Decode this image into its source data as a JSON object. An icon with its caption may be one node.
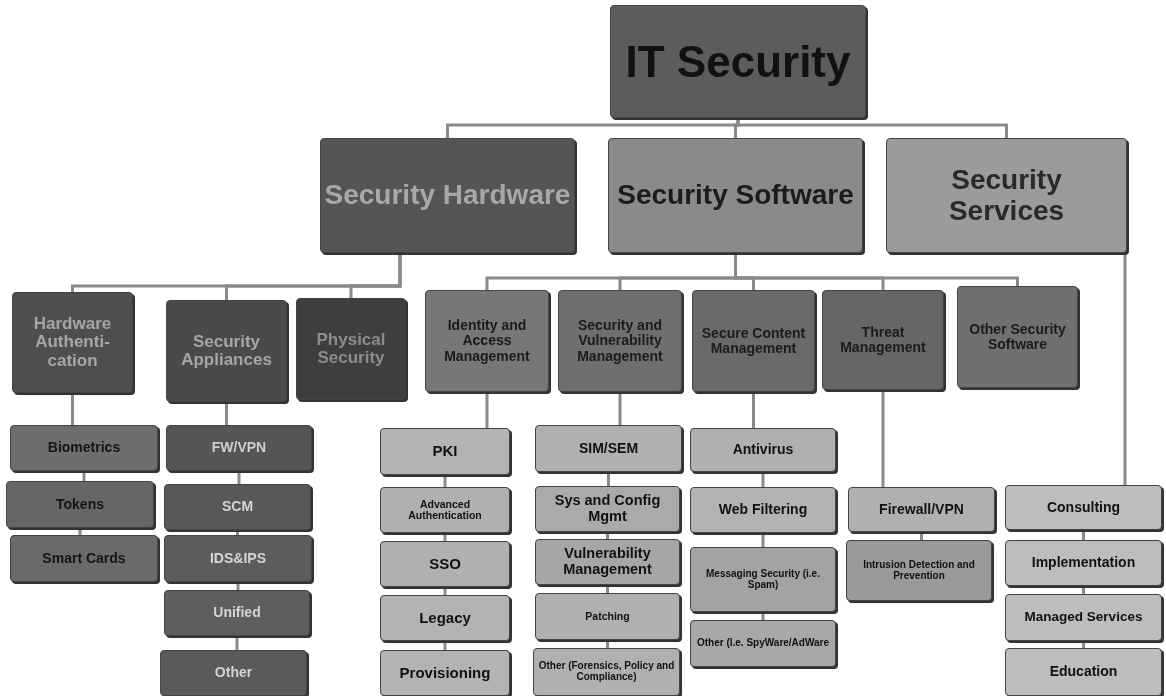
{
  "diagram": {
    "nodes": [
      {
        "text": [
          "IT Security"
        ]
      },
      {
        "text": [
          "Security Hardware"
        ]
      },
      {
        "text": [
          "Security Software"
        ]
      },
      {
        "text": [
          "Security Services"
        ]
      },
      {
        "text": [
          "Hardware Authenti-cation"
        ]
      },
      {
        "text": [
          "Security Appliances"
        ]
      },
      {
        "text": [
          "Physical Security"
        ]
      },
      {
        "text": [
          "Identity and Access Management"
        ]
      },
      {
        "text": [
          "Security and Vulnerability Management"
        ]
      },
      {
        "text": [
          "Secure Content Management"
        ]
      },
      {
        "text": [
          "Threat Management"
        ]
      },
      {
        "text": [
          "Other Security Software"
        ]
      },
      {
        "text": [
          "Biometrics"
        ]
      },
      {
        "text": [
          "Tokens"
        ]
      },
      {
        "text": [
          "Smart Cards"
        ]
      },
      {
        "text": [
          "FW/VPN"
        ]
      },
      {
        "text": [
          "SCM"
        ]
      },
      {
        "text": [
          "IDS&IPS"
        ]
      },
      {
        "text": [
          "Unified"
        ]
      },
      {
        "text": [
          "Other"
        ]
      },
      {
        "text": [
          "PKI"
        ]
      },
      {
        "text": [
          "Advanced Authentication"
        ]
      },
      {
        "text": [
          "SSO"
        ]
      },
      {
        "text": [
          "Legacy"
        ]
      },
      {
        "text": [
          "Provisioning"
        ]
      },
      {
        "text": [
          "SIM/SEM"
        ]
      },
      {
        "text": [
          "Sys and Config Mgmt"
        ]
      },
      {
        "text": [
          "Vulnerability Management"
        ]
      },
      {
        "text": [
          "Patching"
        ]
      },
      {
        "text": [
          "Other (Forensics, Policy and Compliance)"
        ]
      },
      {
        "text": [
          "Antivirus"
        ]
      },
      {
        "text": [
          "Web Filtering"
        ]
      },
      {
        "text": [
          "Messaging Security (i.e. Spam)"
        ]
      },
      {
        "text": [
          "Other (I.e. SpyWare/AdWare"
        ]
      },
      {
        "text": [
          "Firewall/VPN"
        ]
      },
      {
        "text": [
          "Intrusion Detection and Prevention"
        ]
      },
      {
        "text": [
          "Consulting"
        ]
      },
      {
        "text": [
          "Implementation"
        ]
      },
      {
        "text": [
          "Managed Services"
        ]
      },
      {
        "text": [
          "Education"
        ]
      }
    ],
    "edges": [
      {
        "from": 0,
        "to": 1,
        "arrow": "none"
      },
      {
        "from": 0,
        "to": 2,
        "arrow": "none"
      },
      {
        "from": 0,
        "to": 3,
        "arrow": "none"
      },
      {
        "from": 1,
        "to": 4,
        "arrow": "none"
      },
      {
        "from": 1,
        "to": 5,
        "arrow": "none"
      },
      {
        "from": 1,
        "to": 6,
        "arrow": "none"
      },
      {
        "from": 2,
        "to": 7,
        "arrow": "none"
      },
      {
        "from": 2,
        "to": 8,
        "arrow": "none"
      },
      {
        "from": 2,
        "to": 9,
        "arrow": "none"
      },
      {
        "from": 2,
        "to": 10,
        "arrow": "none"
      },
      {
        "from": 2,
        "to": 11,
        "arrow": "none"
      },
      {
        "from": 4,
        "to": 12,
        "arrow": "none"
      },
      {
        "from": 12,
        "to": 13,
        "arrow": "none"
      },
      {
        "from": 13,
        "to": 14,
        "arrow": "none"
      },
      {
        "from": 5,
        "to": 15,
        "arrow": "none"
      },
      {
        "from": 15,
        "to": 16,
        "arrow": "none"
      },
      {
        "from": 16,
        "to": 17,
        "arrow": "none"
      },
      {
        "from": 17,
        "to": 18,
        "arrow": "none"
      },
      {
        "from": 18,
        "to": 19,
        "arrow": "none"
      },
      {
        "from": 7,
        "to": 20,
        "arrow": "none"
      },
      {
        "from": 20,
        "to": 21,
        "arrow": "none"
      },
      {
        "from": 21,
        "to": 22,
        "arrow": "none"
      },
      {
        "from": 22,
        "to": 23,
        "arrow": "none"
      },
      {
        "from": 23,
        "to": 24,
        "arrow": "none"
      },
      {
        "from": 8,
        "to": 25,
        "arrow": "none"
      },
      {
        "from": 25,
        "to": 26,
        "arrow": "none"
      },
      {
        "from": 26,
        "to": 27,
        "arrow": "none"
      },
      {
        "from": 27,
        "to": 28,
        "arrow": "none"
      },
      {
        "from": 28,
        "to": 29,
        "arrow": "none"
      },
      {
        "from": 9,
        "to": 30,
        "arrow": "none"
      },
      {
        "from": 30,
        "to": 31,
        "arrow": "none"
      },
      {
        "from": 31,
        "to": 32,
        "arrow": "none"
      },
      {
        "from": 32,
        "to": 33,
        "arrow": "none"
      },
      {
        "from": 10,
        "to": 34,
        "arrow": "none"
      },
      {
        "from": 34,
        "to": 35,
        "arrow": "none"
      },
      {
        "from": 3,
        "to": 36,
        "arrow": "none"
      },
      {
        "from": 36,
        "to": 37,
        "arrow": "none"
      },
      {
        "from": 37,
        "to": 38,
        "arrow": "none"
      },
      {
        "from": 38,
        "to": 39,
        "arrow": "none"
      }
    ]
  }
}
